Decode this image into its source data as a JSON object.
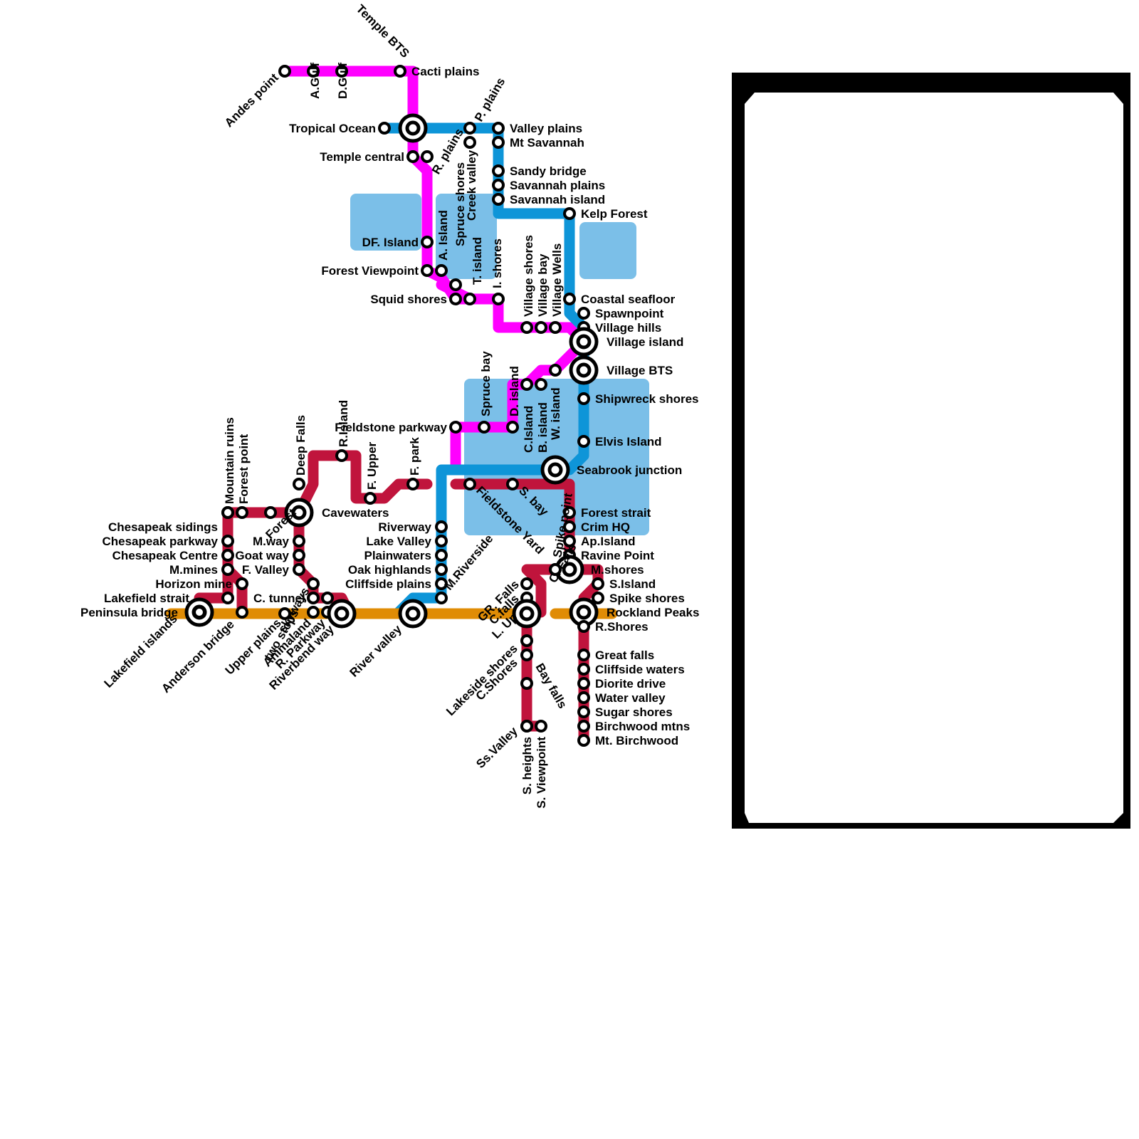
{
  "colors": {
    "water": "#7bbfe8",
    "magenta": "#ff00ff",
    "blue": "#0e95d8",
    "red": "#c0143c",
    "orange": "#e08c05",
    "station_fill": "#ffffff",
    "station_outline": "#000000",
    "legend_frame": "#000000"
  },
  "lines": [
    {
      "id": "magenta",
      "color_key": "magenta"
    },
    {
      "id": "blue",
      "color_key": "blue"
    },
    {
      "id": "red",
      "color_key": "red"
    },
    {
      "id": "orange",
      "color_key": "orange"
    }
  ],
  "legend": {
    "entries": []
  },
  "stations": [
    {
      "label": "Andes point"
    },
    {
      "label": "A.Gulf"
    },
    {
      "label": "D.Gulf"
    },
    {
      "label": "Temple BTS"
    },
    {
      "label": "Cacti plains"
    },
    {
      "label": "Tropical Ocean"
    },
    {
      "label": "P. plains"
    },
    {
      "label": "Valley plains"
    },
    {
      "label": "Mt Savannah"
    },
    {
      "label": "Temple central"
    },
    {
      "label": "R. plains"
    },
    {
      "label": "Creek valley"
    },
    {
      "label": "Sandy bridge"
    },
    {
      "label": "Savannah plains"
    },
    {
      "label": "Savannah island"
    },
    {
      "label": "Kelp Forest"
    },
    {
      "label": "DF. Island"
    },
    {
      "label": "A. Island"
    },
    {
      "label": "Spruce shores"
    },
    {
      "label": "T. island"
    },
    {
      "label": "I. shores"
    },
    {
      "label": "Forest Viewpoint"
    },
    {
      "label": "Squid shores"
    },
    {
      "label": "Village shores"
    },
    {
      "label": "Village bay"
    },
    {
      "label": "Village Wells"
    },
    {
      "label": "Coastal seafloor"
    },
    {
      "label": "Spawnpoint"
    },
    {
      "label": "Village hills"
    },
    {
      "label": "Village island"
    },
    {
      "label": "Village BTS"
    },
    {
      "label": "Shipwreck shores"
    },
    {
      "label": "Spruce bay"
    },
    {
      "label": "D. island"
    },
    {
      "label": "Fieldstone parkway"
    },
    {
      "label": "C.Island"
    },
    {
      "label": "B. island"
    },
    {
      "label": "W. island"
    },
    {
      "label": "Elvis Island"
    },
    {
      "label": "Seabrook junction"
    },
    {
      "label": "R.Island"
    },
    {
      "label": "F. Upper"
    },
    {
      "label": "F. park"
    },
    {
      "label": "Deep Falls"
    },
    {
      "label": "Mountain ruins"
    },
    {
      "label": "Forest point"
    },
    {
      "label": "Cavewaters"
    },
    {
      "label": "Fieldstone Yard"
    },
    {
      "label": "S. bay"
    },
    {
      "label": "Spike point"
    },
    {
      "label": "Forest strait"
    },
    {
      "label": "Crim HQ"
    },
    {
      "label": "Ap.Island"
    },
    {
      "label": "Ravine Point"
    },
    {
      "label": "M.shores"
    },
    {
      "label": "S.Island"
    },
    {
      "label": "Spike shores"
    },
    {
      "label": "Rockland Peaks"
    },
    {
      "label": "R.Shores"
    },
    {
      "label": "Chesapeak sidings"
    },
    {
      "label": "Chesapeak parkway"
    },
    {
      "label": "Chesapeak Centre"
    },
    {
      "label": "M.mines"
    },
    {
      "label": "Horizon mine"
    },
    {
      "label": "Lakefield strait"
    },
    {
      "label": "Peninsula bridge"
    },
    {
      "label": "Forest"
    },
    {
      "label": "M.way"
    },
    {
      "label": "Goat way"
    },
    {
      "label": "F. Valley"
    },
    {
      "label": "C. tunnel"
    },
    {
      "label": "Riverway"
    },
    {
      "label": "Lake Valley"
    },
    {
      "label": "Plainwaters"
    },
    {
      "label": "Oak highlands"
    },
    {
      "label": "Cliffside plains"
    },
    {
      "label": "M.Riverside"
    },
    {
      "label": "two stops"
    },
    {
      "label": "skyways"
    },
    {
      "label": "Lakefield islands"
    },
    {
      "label": "Anderson bridge"
    },
    {
      "label": "Upper plains"
    },
    {
      "label": "Animaland"
    },
    {
      "label": "R. Parkway"
    },
    {
      "label": "Riverbend way"
    },
    {
      "label": "River valley"
    },
    {
      "label": "GR. Falls"
    },
    {
      "label": "C.falls"
    },
    {
      "label": "L. Up"
    },
    {
      "label": "C. Falls"
    },
    {
      "label": "Lakeside shores"
    },
    {
      "label": "C.Shores"
    },
    {
      "label": "Bay falls"
    },
    {
      "label": "Ss.Valley"
    },
    {
      "label": "S. heights"
    },
    {
      "label": "S. Viewpoint"
    },
    {
      "label": "Great falls"
    },
    {
      "label": "Cliffside waters"
    },
    {
      "label": "Diorite drive"
    },
    {
      "label": "Water valley"
    },
    {
      "label": "Sugar shores"
    },
    {
      "label": "Birchwood mtns"
    },
    {
      "label": "Mt. Birchwood"
    }
  ]
}
